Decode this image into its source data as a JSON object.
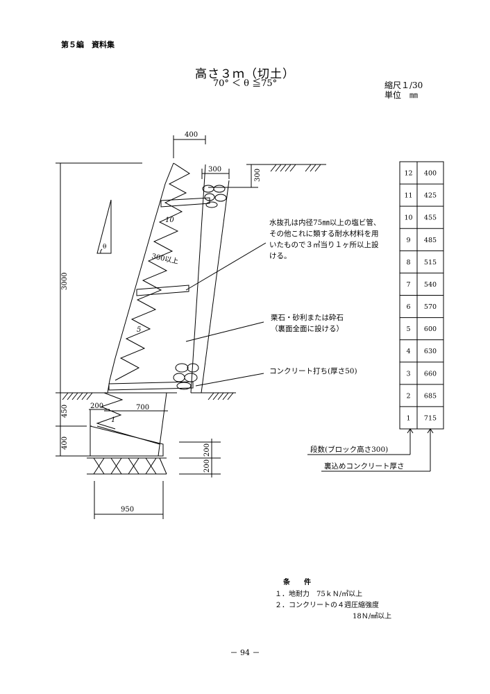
{
  "header": {
    "section": "第５編　資料集"
  },
  "title": {
    "main": "高さ３ｍ（切土）",
    "sub": "70° ＜ θ ≦75°",
    "scale_line1": "縮尺１/30",
    "scale_line2": "単位　㎜"
  },
  "dimensions": {
    "top_width": "400",
    "top_offset": "300",
    "top_depth": "300",
    "height": "3000",
    "base_height": "450",
    "footing_height": "400",
    "toe_width": "200",
    "bottom_width": "700",
    "base_width": "950",
    "gravel_depth_1": "200",
    "gravel_depth_2": "200",
    "spacing": "300以上"
  },
  "labels": {
    "theta": "θ",
    "block_10": "10",
    "block_5": "5",
    "block_1": "1"
  },
  "notes": {
    "drain_line1": "水抜孔は内径75㎜以上の塩ビ管、",
    "drain_line2": "その他これに類する耐水材料を用",
    "drain_line3": "いたもので３㎡当り１ヶ所以上設",
    "drain_line4": "ける。",
    "gravel_line1": "栗石・砂利または砕石",
    "gravel_line2": "（裏面全面に設ける）",
    "concrete": "コンクリート打ち(厚さ50)"
  },
  "table": {
    "rows": [
      {
        "step": "12",
        "thickness": "400"
      },
      {
        "step": "11",
        "thickness": "425"
      },
      {
        "step": "10",
        "thickness": "455"
      },
      {
        "step": "9",
        "thickness": "485"
      },
      {
        "step": "8",
        "thickness": "515"
      },
      {
        "step": "7",
        "thickness": "540"
      },
      {
        "step": "6",
        "thickness": "570"
      },
      {
        "step": "5",
        "thickness": "600"
      },
      {
        "step": "4",
        "thickness": "630"
      },
      {
        "step": "3",
        "thickness": "660"
      },
      {
        "step": "2",
        "thickness": "685"
      },
      {
        "step": "1",
        "thickness": "715"
      }
    ],
    "legend_steps": "段数(ブロック高さ300)",
    "legend_concrete": "裏込めコンクリート厚さ"
  },
  "conditions": {
    "title": "条　　件",
    "item1": "１．地耐力　75ｋＮ/㎡以上",
    "item2": "２．コンクリートの４週圧縮強度",
    "item2_value": "18Ｎ/㎟以上"
  },
  "page_number": "－ 94 －"
}
